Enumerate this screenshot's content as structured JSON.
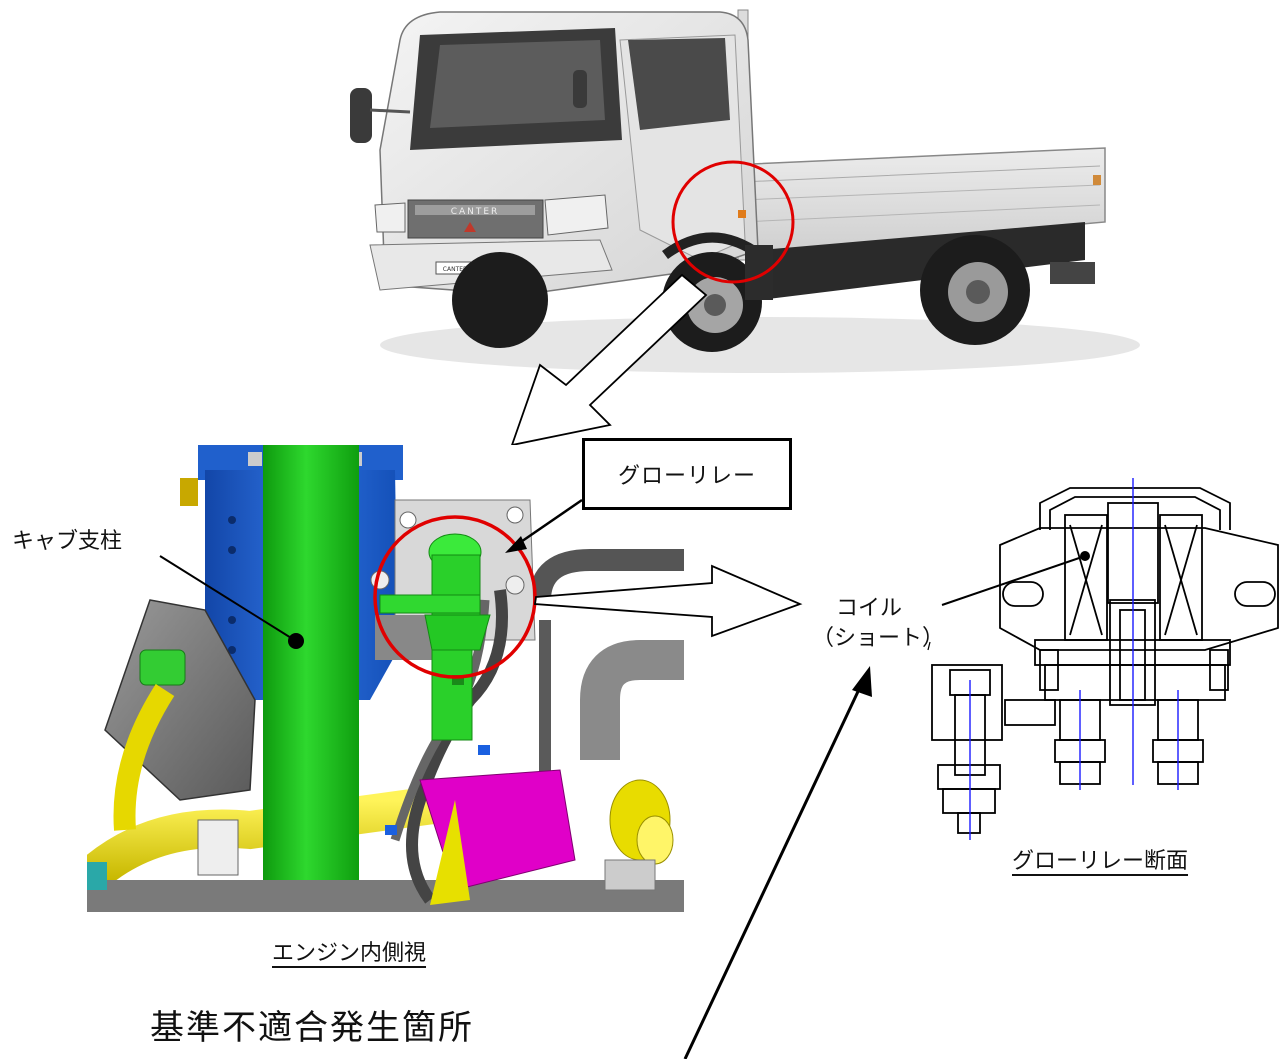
{
  "labels": {
    "glow_relay": "グローリレー",
    "cab_pillar": "キャブ支柱",
    "coil_line1": "コイル",
    "coil_line2": "（ショート）",
    "engine_inner_view": "エンジン内側視",
    "relay_section": "グローリレー断面",
    "nonconformity_location": "基準不適合発生箇所"
  },
  "truck": {
    "grille_badge": "CANTER",
    "bumper_badge": "CANTER"
  },
  "colors": {
    "highlight_circle": "#e00000",
    "pillar_green": "#1cc21c",
    "bracket_blue": "#1f63d6",
    "relay_green": "#2ddc2d",
    "harness_yellow": "#f2e600",
    "connector_magenta": "#e000c8",
    "centerline_blue": "#1a1aff"
  }
}
